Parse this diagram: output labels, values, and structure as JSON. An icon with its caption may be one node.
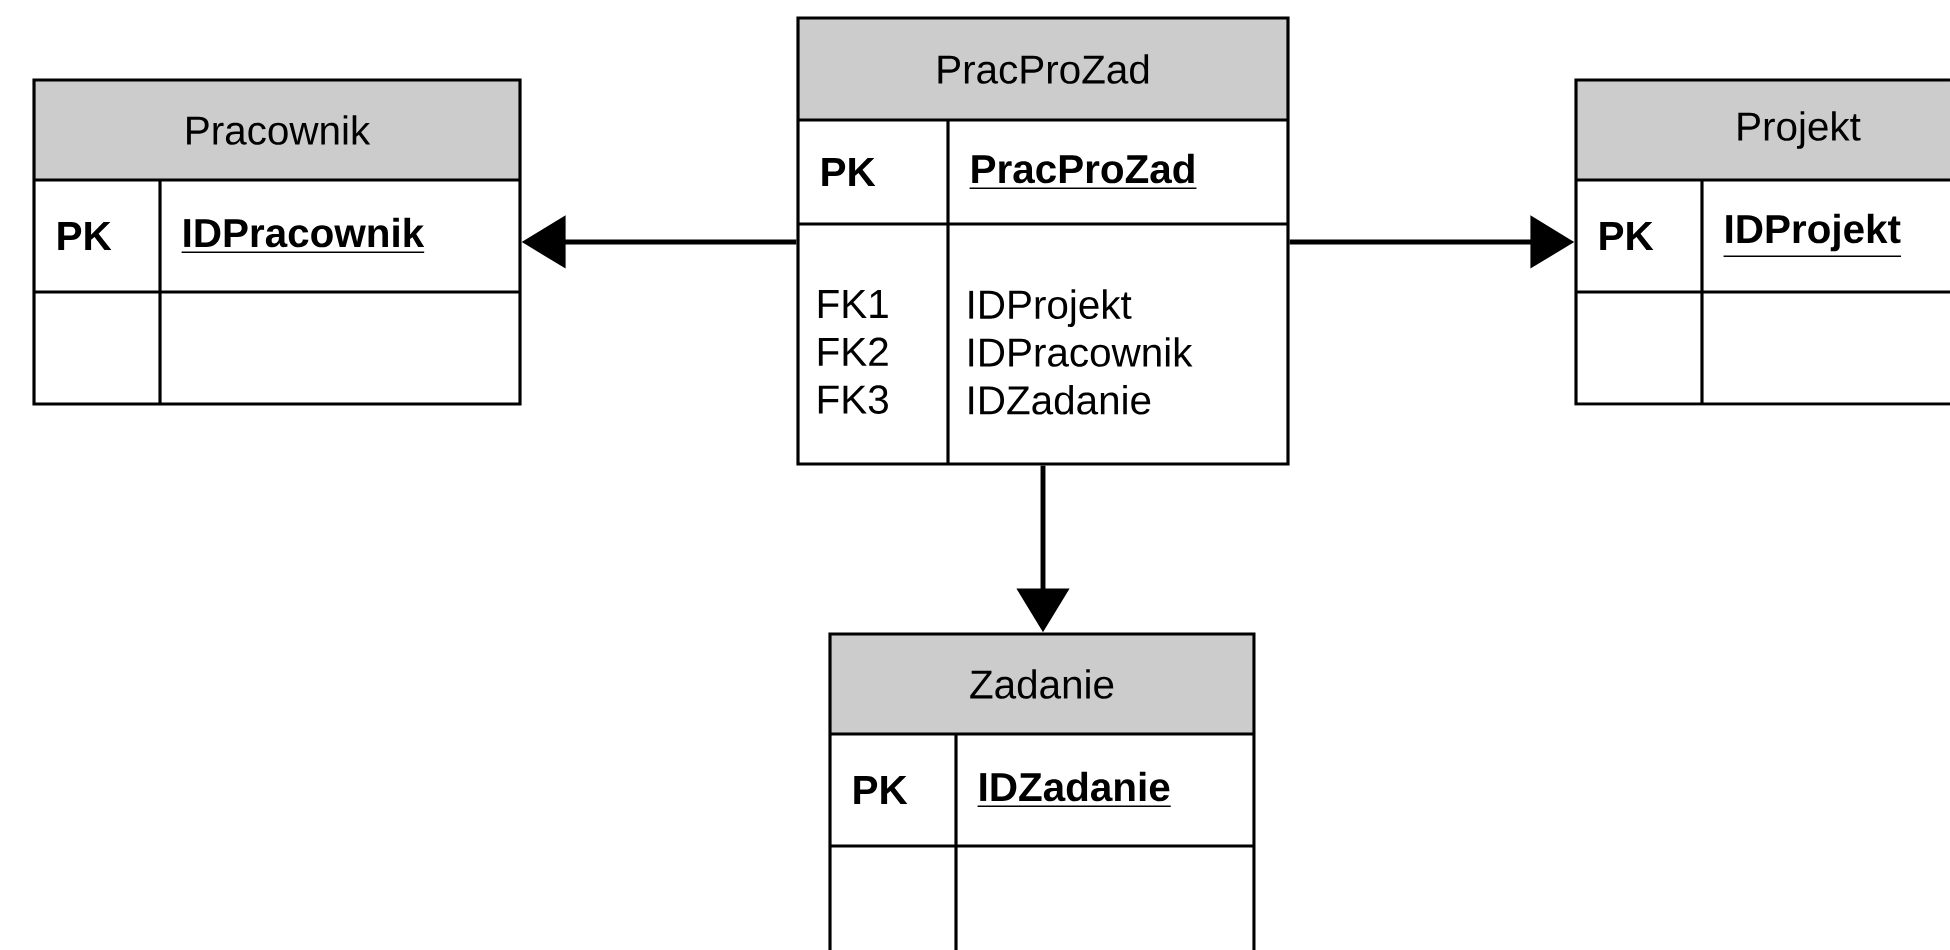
{
  "diagram": {
    "nodes": [
      {
        "text": [
          "Pracownik",
          "PK",
          "IDPracownik"
        ]
      },
      {
        "text": [
          "PracProZad",
          "PK",
          "PracProZad",
          "FK1 FK2 FK3",
          "IDProjekt IDPracownik IDZadanie"
        ]
      },
      {
        "text": [
          "Projekt",
          "PK",
          "IDProjekt"
        ]
      },
      {
        "text": [
          "Zadanie",
          "PK",
          "IDZadanie"
        ]
      }
    ],
    "edges": [
      {
        "from": 1,
        "to": 0,
        "arrow": "to"
      },
      {
        "from": 1,
        "to": 2,
        "arrow": "to"
      },
      {
        "from": 1,
        "to": 3,
        "arrow": "to"
      }
    ]
  }
}
